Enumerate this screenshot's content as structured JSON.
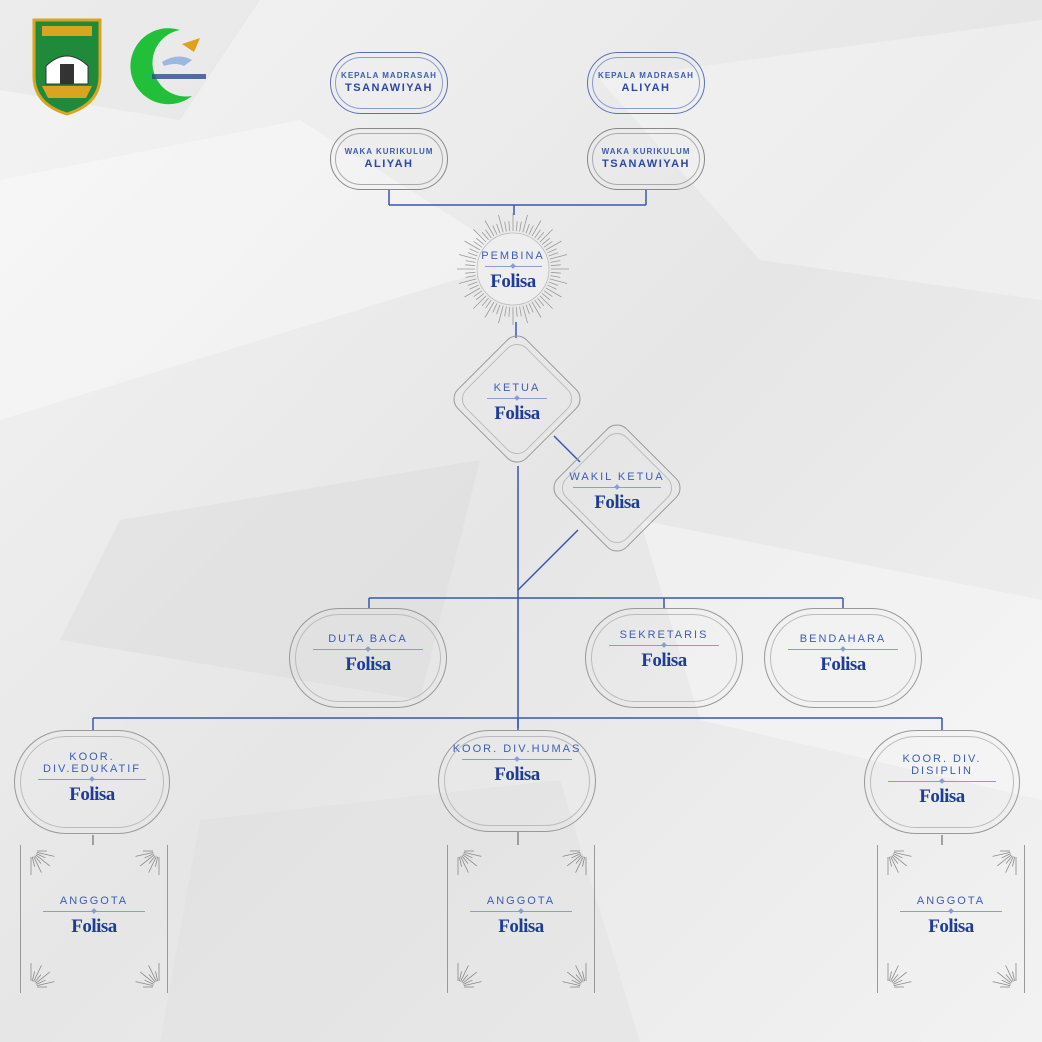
{
  "colors": {
    "accent": "#2b47a8",
    "line": "#3b55b0",
    "frame": "#999999",
    "background": "#ececec",
    "emblem_green": "#1f8a3a",
    "emblem_gold": "#d9a520"
  },
  "brand": "Folisa",
  "top": {
    "left_column": [
      {
        "line1": "KEPALA MADRASAH",
        "line2": "TSANAWIYAH"
      },
      {
        "line1": "WAKA KURIKULUM",
        "line2": "ALIYAH"
      }
    ],
    "right_column": [
      {
        "line1": "KEPALA MADRASAH",
        "line2": "ALIYAH"
      },
      {
        "line1": "WAKA KURIKULUM",
        "line2": "TSANAWIYAH"
      }
    ]
  },
  "pembina": {
    "role": "PEMBINA"
  },
  "ketua": {
    "role": "KETUA"
  },
  "wakil_ketua": {
    "role": "WAKIL KETUA"
  },
  "row2": [
    {
      "role": "DUTA BACA"
    },
    {
      "role": "SEKRETARIS"
    },
    {
      "role": "BENDAHARA"
    }
  ],
  "row3": [
    {
      "role_line1": "KOOR.",
      "role_line2": "DIV.EDUKATIF"
    },
    {
      "role_line1": "KOOR. DIV.HUMAS",
      "role_line2": ""
    },
    {
      "role_line1": "KOOR. DIV.",
      "role_line2": "DISIPLIN"
    }
  ],
  "anggota": [
    {
      "role": "ANGGOTA"
    },
    {
      "role": "ANGGOTA"
    },
    {
      "role": "ANGGOTA"
    }
  ]
}
